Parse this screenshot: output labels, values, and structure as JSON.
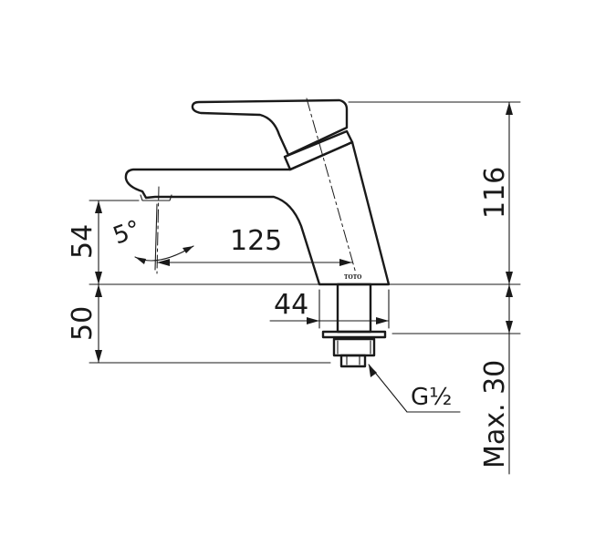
{
  "dimensions": {
    "overall_height": "116",
    "spout_height": "54",
    "reach": "125",
    "body_diameter": "44",
    "shank_length": "50",
    "max_counter": "Max. 30",
    "spray_angle": "5°",
    "thread": "G½"
  },
  "brand": "TOTO"
}
